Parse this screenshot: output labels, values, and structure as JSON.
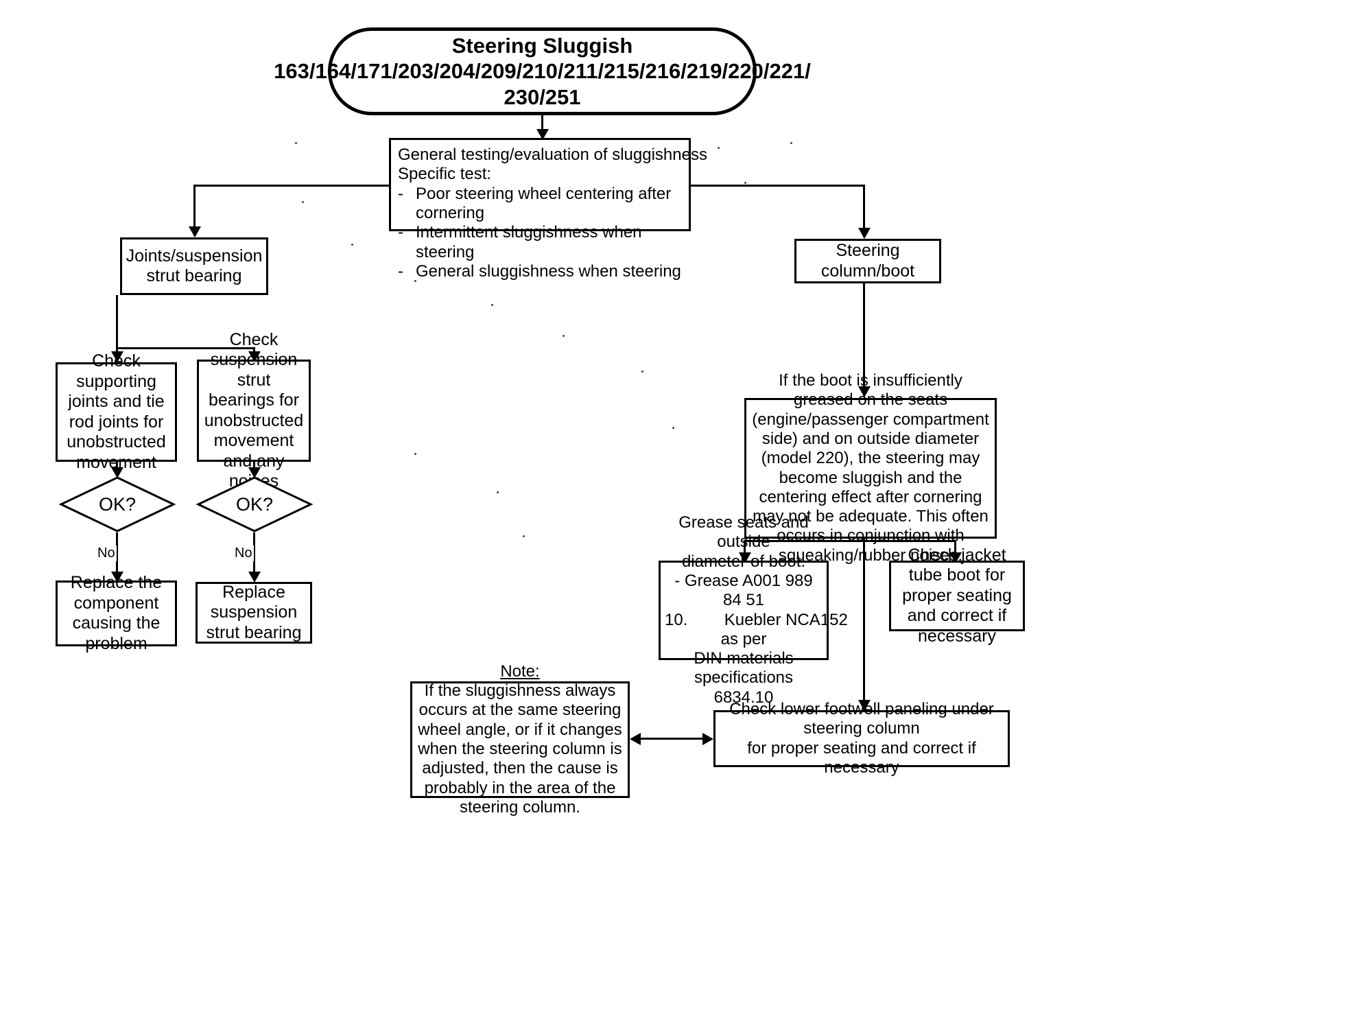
{
  "diagram": {
    "type": "flowchart",
    "title_node": {
      "line1": "Steering Sluggish",
      "line2": "163/164/171/203/204/209/210/211/215/216/219/220/221/",
      "line3": "230/251"
    },
    "general_test": {
      "heading1": "General testing/evaluation of sluggishness",
      "heading2": "Specific test:",
      "bullets": [
        "Poor steering wheel centering after cornering",
        "Intermittent sluggishness when steering",
        "General sluggishness when steering"
      ],
      "dash": "-"
    },
    "joints_box": "Joints/suspension strut bearing",
    "steering_column_box": "Steering column/boot",
    "check_joints_box": "Check supporting joints and tie rod joints for unobstructed movement",
    "check_strut_box": "Check suspension strut bearings for unobstructed movement and any noises",
    "decision_left": "OK?",
    "decision_right": "OK?",
    "edge_label_left": "No",
    "edge_label_right": "No",
    "replace_component_box": "Replace the component causing the problem",
    "replace_strut_box": "Replace suspension strut bearing",
    "boot_box": "If the boot is insufficiently greased on the seats (engine/passenger compartment side) and on outside diameter (model 220), the steering may become sluggish and the centering effect after cornering may not be adequate. This often occurs in conjunction with squeaking/rubber noises.",
    "grease_box": {
      "line1": "Grease seats and outside",
      "line2": "diameter of boot.",
      "line3": "- Grease A001 989 84 51",
      "line4": "10.        Kuebler NCA152",
      "line5": "as per",
      "line6": "DIN materials",
      "line7": "specifications 6834.10"
    },
    "jacket_tube_box": "Check jacket tube boot for proper seating and correct if necessary",
    "footwell_box": {
      "line1": "Check lower footwell paneling under steering column",
      "line2": "for proper seating and correct if necessary"
    },
    "note_box": {
      "title": "Note:",
      "body": "If the sluggishness always occurs at the same steering wheel angle, or if it changes when the steering column is adjusted, then the cause is probably in the area of the steering column."
    },
    "colors": {
      "stroke": "#000000",
      "background": "#ffffff"
    }
  }
}
